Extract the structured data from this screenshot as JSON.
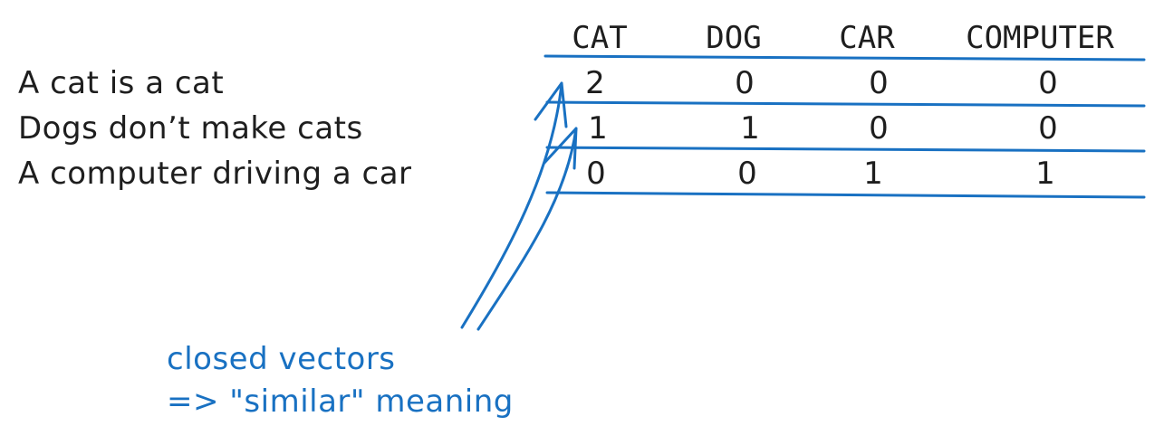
{
  "columns": [
    "CAT",
    "DOG",
    "CAR",
    "COMPUTER"
  ],
  "rows": [
    {
      "sentence": "A cat is a cat",
      "values": [
        "2",
        "0",
        "0",
        "0"
      ]
    },
    {
      "sentence": "Dogs don’t make cats",
      "values": [
        "1",
        "1",
        "0",
        "0"
      ]
    },
    {
      "sentence": "A computer driving a car",
      "values": [
        "0",
        "0",
        "1",
        "1"
      ]
    }
  ],
  "annotation": {
    "line1": "closed vectors",
    "line2": "=> \"similar\" meaning"
  },
  "colors": {
    "ink": "#1e1e1e",
    "accent": "#1971c2"
  }
}
